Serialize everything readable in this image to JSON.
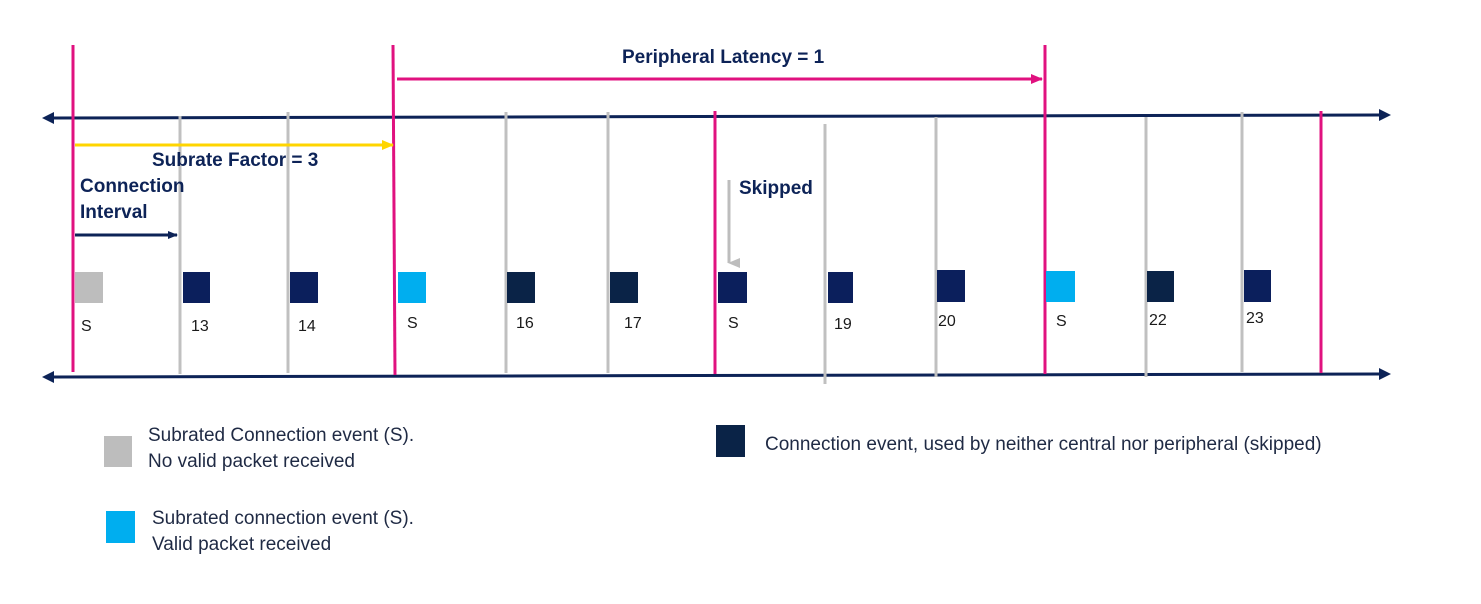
{
  "colors": {
    "axis": "#0d2357",
    "pink": "#e0117f",
    "yellow": "#ffd500",
    "gray": "#c0c0c0",
    "light_gray_fill": "#bdbdbd",
    "cyan": "#00aeef",
    "navy": "#0b1f5c",
    "dark_navy": "#0a2347",
    "skipped_arrow": "#bdbdbd"
  },
  "annotations": {
    "peripheral_latency": "Peripheral Latency = 1",
    "subrate_factor": "Subrate Factor = 3",
    "connection_interval_line1": "Connection",
    "connection_interval_line2": "Interval",
    "skipped": "Skipped"
  },
  "events": [
    {
      "label": "S",
      "kind": "subrated-no-packet",
      "line": "pink"
    },
    {
      "label": "13",
      "kind": "used",
      "line": "gray"
    },
    {
      "label": "14",
      "kind": "used",
      "line": "gray"
    },
    {
      "label": "S",
      "kind": "subrated-valid",
      "line": "pink"
    },
    {
      "label": "16",
      "kind": "skipped",
      "line": "gray"
    },
    {
      "label": "17",
      "kind": "skipped",
      "line": "gray"
    },
    {
      "label": "S",
      "kind": "used",
      "line": "pink"
    },
    {
      "label": "19",
      "kind": "used",
      "line": "gray"
    },
    {
      "label": "20",
      "kind": "used",
      "line": "gray"
    },
    {
      "label": "S",
      "kind": "subrated-valid",
      "line": "pink"
    },
    {
      "label": "22",
      "kind": "skipped",
      "line": "gray"
    },
    {
      "label": "23",
      "kind": "used",
      "line": "gray"
    }
  ],
  "legend": {
    "gray": {
      "line1": "Subrated Connection event (S).",
      "line2": "No valid packet received"
    },
    "cyan": {
      "line1": "Subrated connection event (S).",
      "line2": "Valid packet received"
    },
    "dark": {
      "line1": "Connection event, used by neither central nor peripheral (skipped)"
    }
  }
}
